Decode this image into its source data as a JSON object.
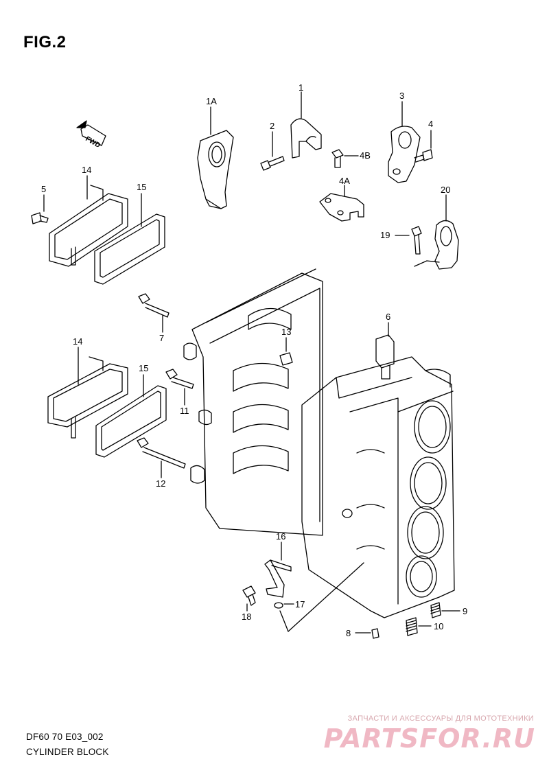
{
  "figure": {
    "title": "FIG.2"
  },
  "fwd_label": "FWD",
  "callouts": {
    "c1A": "1A",
    "c1": "1",
    "c2": "2",
    "c3": "3",
    "c4": "4",
    "c4B": "4B",
    "c4A": "4A",
    "c5": "5",
    "c14a": "14",
    "c15a": "15",
    "c20": "20",
    "c19": "19",
    "c7": "7",
    "c6": "6",
    "c13": "13",
    "c14b": "14",
    "c15b": "15",
    "c11": "11",
    "c12": "12",
    "c16": "16",
    "c17": "17",
    "c18": "18",
    "c9": "9",
    "c10": "10",
    "c8": "8"
  },
  "caption": {
    "code": "DF60 70 E03_002",
    "name": "CYLINDER BLOCK"
  },
  "watermark": {
    "tagline": "ЗАПЧАСТИ И АКСЕССУАРЫ ДЛЯ МОТОТЕХНИКИ",
    "logo": "PARTSFOR.RU"
  }
}
